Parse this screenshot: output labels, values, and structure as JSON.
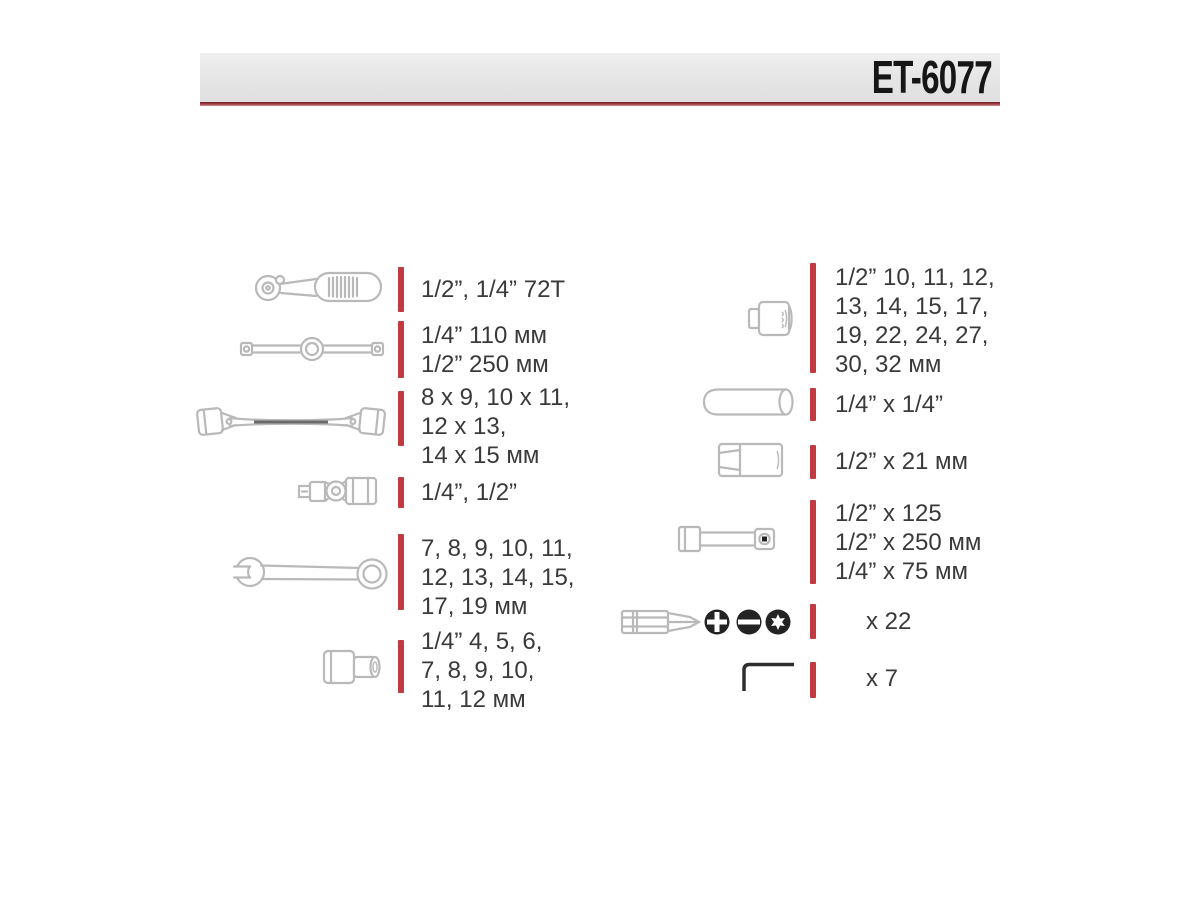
{
  "header": {
    "model": "ET-6077"
  },
  "colors": {
    "accent_red": "#c13a40",
    "underline_red": "#a23a41",
    "header_bg": "#e7e7e7",
    "text": "#3a3a3a",
    "line_art": "#b9b9b9"
  },
  "items_left": [
    {
      "icon": "ratchet-icon",
      "lines": [
        "1/2”, 1/4” 72T"
      ]
    },
    {
      "icon": "sliding-t-bar-icon",
      "lines": [
        "1/4” 110 мм",
        "1/2” 250 мм"
      ]
    },
    {
      "icon": "flex-socket-wrench-icon",
      "lines": [
        "8 x 9, 10 x 11,",
        "12 x 13,",
        "14 x 15 мм"
      ]
    },
    {
      "icon": "universal-joint-icon",
      "lines": [
        "1/4”, 1/2”"
      ]
    },
    {
      "icon": "combination-wrench-icon",
      "lines": [
        "7, 8, 9, 10, 11,",
        "12, 13, 14, 15,",
        "17, 19 мм"
      ]
    },
    {
      "icon": "socket-quarter-icon",
      "lines": [
        "1/4” 4, 5, 6,",
        "7, 8, 9, 10,",
        "11, 12 мм"
      ]
    }
  ],
  "items_right": [
    {
      "icon": "socket-half-icon",
      "lines": [
        "1/2” 10, 11, 12,",
        "13, 14, 15, 17,",
        "19, 22, 24, 27,",
        "30, 32 мм"
      ]
    },
    {
      "icon": "deep-socket-icon",
      "lines": [
        "1/4” x 1/4”"
      ]
    },
    {
      "icon": "spark-plug-socket-icon",
      "lines": [
        "1/2” x 21 мм"
      ]
    },
    {
      "icon": "extension-bar-icon",
      "lines": [
        "1/2” x 125",
        "1/2” x 250 мм",
        "1/4” x 75 мм"
      ]
    },
    {
      "icon": "screwdriver-bits-icon",
      "lines": [
        "x 22"
      ]
    },
    {
      "icon": "hex-key-icon",
      "lines": [
        "x 7"
      ]
    }
  ]
}
